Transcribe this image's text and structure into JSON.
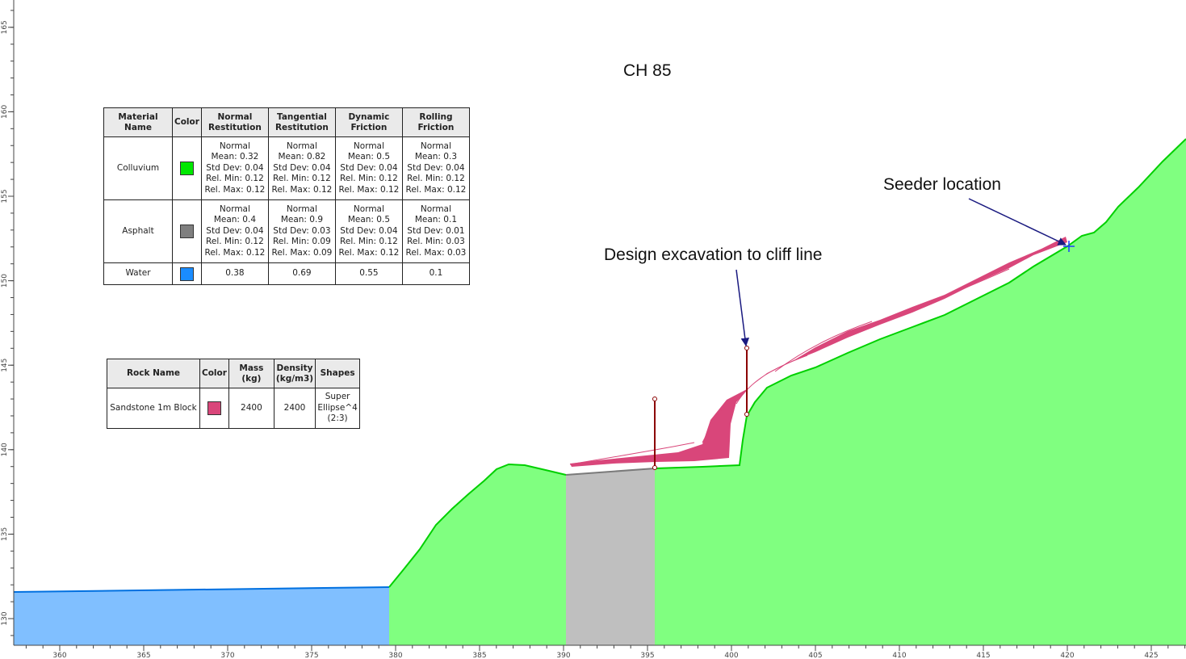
{
  "title": "CH 85",
  "annotations": {
    "excavation": "Design excavation to cliff line",
    "seeder": "Seeder location"
  },
  "axes": {
    "x_ticks": [
      "360",
      "365",
      "370",
      "375",
      "380",
      "385",
      "390",
      "395",
      "400",
      "405",
      "410",
      "415",
      "420",
      "425"
    ],
    "y_ticks": [
      "130",
      "135",
      "140",
      "145",
      "150",
      "155",
      "160",
      "165"
    ]
  },
  "colors": {
    "colluvium": "#80ff80",
    "colluvium_line": "#00d000",
    "asphalt": "#bfbfbf",
    "water": "#80bfff",
    "water_line": "#0070e0",
    "rock": "#d9467a",
    "arrow": "#1a1a80",
    "barrier": "#8b0000"
  },
  "materials": {
    "headers": [
      "Material Name",
      "Color",
      "Normal Restitution",
      "Tangential Restitution",
      "Dynamic Friction",
      "Rolling Friction"
    ],
    "rows": [
      {
        "name": "Colluvium",
        "color": "#00e800",
        "normal_restitution": [
          "Normal",
          "Mean: 0.32",
          "Std Dev: 0.04",
          "Rel. Min: 0.12",
          "Rel. Max: 0.12"
        ],
        "tangential_restitution": [
          "Normal",
          "Mean: 0.82",
          "Std Dev: 0.04",
          "Rel. Min: 0.12",
          "Rel. Max: 0.12"
        ],
        "dynamic_friction": [
          "Normal",
          "Mean: 0.5",
          "Std Dev: 0.04",
          "Rel. Min: 0.12",
          "Rel. Max: 0.12"
        ],
        "rolling_friction": [
          "Normal",
          "Mean: 0.3",
          "Std Dev: 0.04",
          "Rel. Min: 0.12",
          "Rel. Max: 0.12"
        ]
      },
      {
        "name": "Asphalt",
        "color": "#7f7f7f",
        "normal_restitution": [
          "Normal",
          "Mean: 0.4",
          "Std Dev: 0.04",
          "Rel. Min: 0.12",
          "Rel. Max: 0.12"
        ],
        "tangential_restitution": [
          "Normal",
          "Mean: 0.9",
          "Std Dev: 0.03",
          "Rel. Min: 0.09",
          "Rel. Max: 0.09"
        ],
        "dynamic_friction": [
          "Normal",
          "Mean: 0.5",
          "Std Dev: 0.04",
          "Rel. Min: 0.12",
          "Rel. Max: 0.12"
        ],
        "rolling_friction": [
          "Normal",
          "Mean: 0.1",
          "Std Dev: 0.01",
          "Rel. Min: 0.03",
          "Rel. Max: 0.03"
        ]
      },
      {
        "name": "Water",
        "color": "#1a8cff",
        "normal_restitution": [
          "0.38"
        ],
        "tangential_restitution": [
          "0.69"
        ],
        "dynamic_friction": [
          "0.55"
        ],
        "rolling_friction": [
          "0.1"
        ]
      }
    ]
  },
  "rocks": {
    "headers": [
      "Rock Name",
      "Color",
      "Mass (kg)",
      "Density (kg/m3)",
      "Shapes"
    ],
    "rows": [
      {
        "name": "Sandstone 1m Block",
        "color": "#d9467a",
        "mass": "2400",
        "density": "2400",
        "shape": [
          "Super",
          "Ellipse^4",
          "(2:3)"
        ]
      }
    ]
  }
}
